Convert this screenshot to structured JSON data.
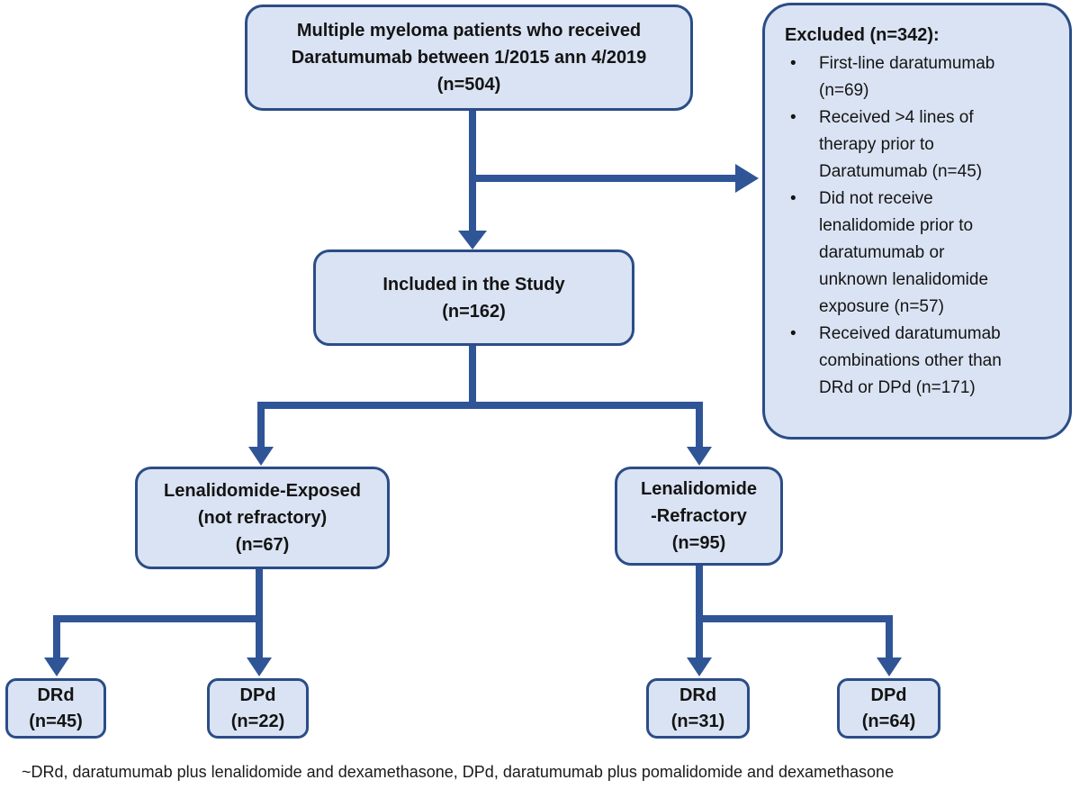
{
  "colors": {
    "box_fill": "#dae3f3",
    "box_border": "#2b4d87",
    "arrow": "#2f5597",
    "text": "#141414",
    "background": "#ffffff"
  },
  "boxes": {
    "population": {
      "lines": [
        "Multiple myeloma patients who received",
        "Daratumumab between 1/2015 ann 4/2019",
        "(n=504)"
      ]
    },
    "excluded": {
      "title": "Excluded (n=342):",
      "bullet": "•",
      "items": [
        "First-line daratumumab (n=69)",
        "Received >4 lines of therapy prior to Daratumumab (n=45)",
        "Did not receive lenalidomide prior to daratumumab or unknown lenalidomide exposure (n=57)",
        "Received daratumumab combinations other than DRd or DPd (n=171)"
      ]
    },
    "included": {
      "lines": [
        "Included in the Study",
        "(n=162)"
      ]
    },
    "len_exposed": {
      "lines": [
        "Lenalidomide-Exposed",
        "(not refractory)",
        "(n=67)"
      ]
    },
    "len_refractory": {
      "lines": [
        "Lenalidomide",
        "-Refractory",
        "(n=95)"
      ]
    },
    "drd_exposed": {
      "lines": [
        "DRd",
        "(n=45)"
      ]
    },
    "dpd_exposed": {
      "lines": [
        "DPd",
        "(n=22)"
      ]
    },
    "drd_refractory": {
      "lines": [
        "DRd",
        "(n=31)"
      ]
    },
    "dpd_refractory": {
      "lines": [
        "DPd",
        "(n=64)"
      ]
    }
  },
  "footnote": "~DRd, daratumumab plus lenalidomide and dexamethasone, DPd, daratumumab plus pomalidomide and dexamethasone"
}
